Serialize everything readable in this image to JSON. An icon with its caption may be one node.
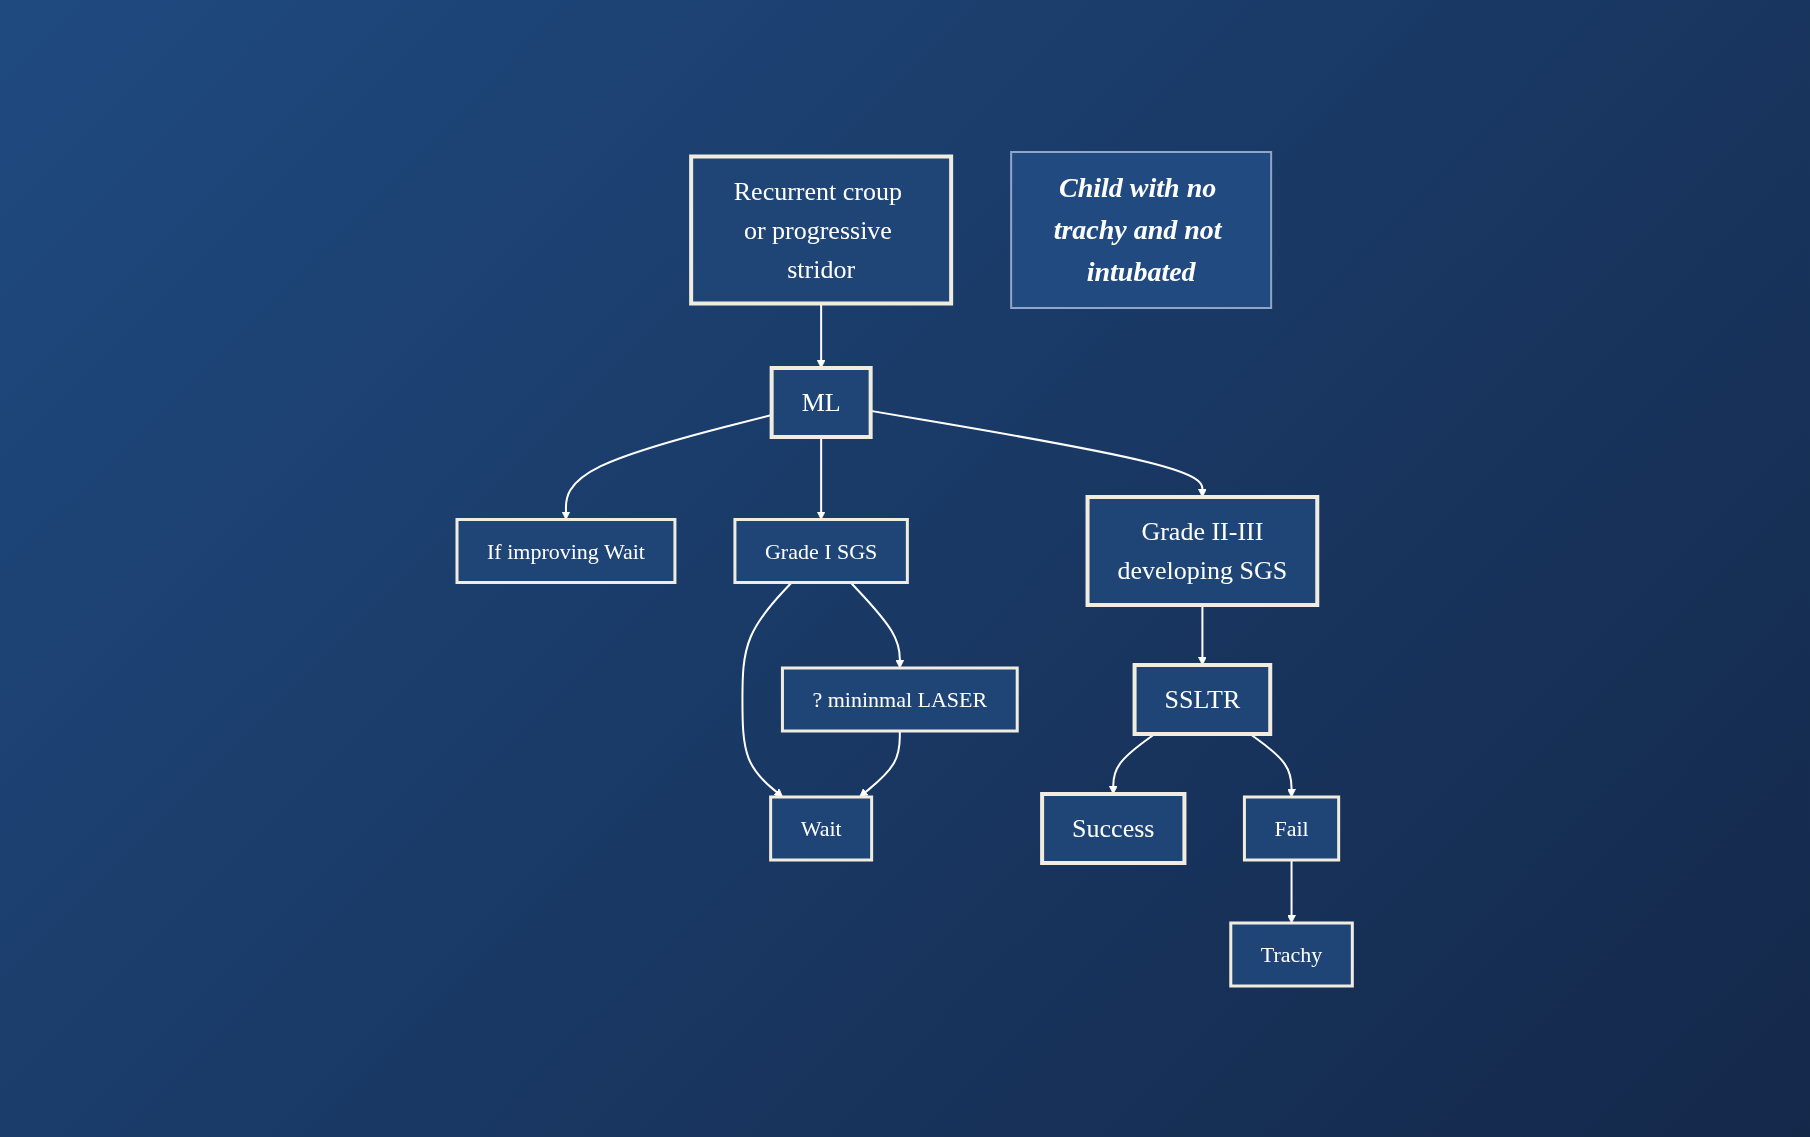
{
  "diagram": {
    "nodes": [
      {
        "text": [
          "Recurrent croup or progressive stridor"
        ]
      },
      {
        "text": [
          "Child with no trachy and not intubated"
        ]
      },
      {
        "text": [
          "If improving Wait"
        ]
      },
      {
        "text": [
          "ML"
        ]
      },
      {
        "text": [
          "Grade I SGS"
        ]
      },
      {
        "text": [
          "Wait"
        ]
      },
      {
        "text": [
          "? mininmal LASER"
        ]
      },
      {
        "text": [
          "Grade II-III",
          "developing SGS"
        ]
      },
      {
        "text": [
          "SSLTR"
        ]
      },
      {
        "text": [
          "Success"
        ]
      },
      {
        "text": [
          "Fail"
        ]
      },
      {
        "text": [
          "Trachy"
        ]
      }
    ],
    "edges": [
      {
        "from": 0,
        "to": 3,
        "arrow": "to"
      },
      {
        "from": 3,
        "to": 2,
        "arrow": "to"
      },
      {
        "from": 3,
        "to": 4,
        "arrow": "to"
      },
      {
        "from": 4,
        "to": 5,
        "arrow": "to"
      },
      {
        "from": 4,
        "to": 6,
        "arrow": "to"
      },
      {
        "from": 6,
        "to": 5,
        "arrow": "to"
      },
      {
        "from": 3,
        "to": 7,
        "arrow": "to"
      },
      {
        "from": 7,
        "to": 8,
        "arrow": "to"
      },
      {
        "from": 8,
        "to": 9,
        "arrow": "to"
      },
      {
        "from": 8,
        "to": 10,
        "arrow": "to"
      },
      {
        "from": 10,
        "to": 11,
        "arrow": "to"
      }
    ]
  }
}
